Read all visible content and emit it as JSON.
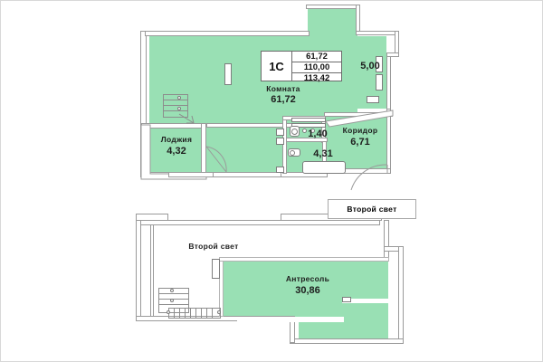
{
  "document": {
    "type": "apartment-floor-plan",
    "background_color": "#ffffff",
    "room_fill_color": "#99e0b4",
    "wall_color": "#ffffff",
    "wall_outline_color": "#9a9a9a",
    "text_color": "#1d1d1d"
  },
  "summary_badge": {
    "code": "1C",
    "values": [
      "61,72",
      "110,00",
      "113,42"
    ]
  },
  "upper_floor": {
    "rooms": [
      {
        "name": "Комната",
        "area": "61,72"
      },
      {
        "name": "Лоджия",
        "area": "4,32"
      },
      {
        "name": "Коридор",
        "area": "6,71"
      }
    ],
    "unlabeled_areas": [
      {
        "area": "5,00"
      },
      {
        "area": "1,40"
      },
      {
        "area": "4,31"
      }
    ]
  },
  "lower_floor": {
    "rooms": [
      {
        "name": "Антресоль",
        "area": "30,86"
      }
    ],
    "void_labels": [
      {
        "text": "Второй свет"
      },
      {
        "text": "Второй свет"
      }
    ]
  }
}
